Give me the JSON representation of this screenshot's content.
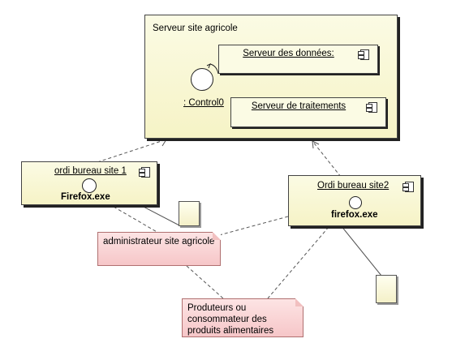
{
  "diagram": {
    "server_node": {
      "title": "Serveur site agricole",
      "data_component": "Serveur des données:",
      "processing_component": "Serveur de traitements",
      "control_label": ": Control0"
    },
    "client_node_1": {
      "title": "ordi bureau site 1",
      "exe": "Firefox.exe"
    },
    "client_node_2": {
      "title": "Ordi bureau site2",
      "exe": "firefox.exe"
    },
    "note_admin": "administrateur site agricole",
    "note_users": "Produteurs ou consommateur des produits alimentaires"
  }
}
